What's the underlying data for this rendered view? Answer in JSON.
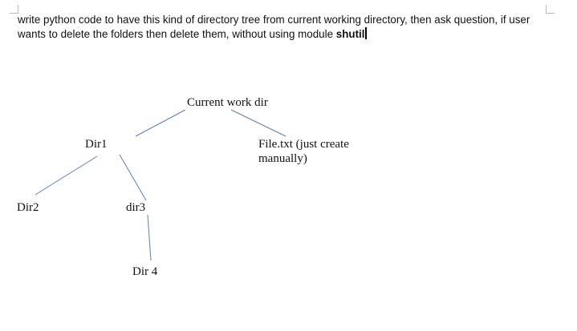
{
  "question": {
    "line1": "write python code to have this kind of directory tree from current working directory, then ask question, if user",
    "line2_prefix": "wants to delete the folders then delete them, without using module ",
    "line2_bold": "shutil"
  },
  "tree": {
    "root": "Current work dir",
    "dir1": "Dir1",
    "file": "File.txt (just create manually)",
    "dir2": "Dir2",
    "dir3": "dir3",
    "dir4": "Dir 4"
  }
}
